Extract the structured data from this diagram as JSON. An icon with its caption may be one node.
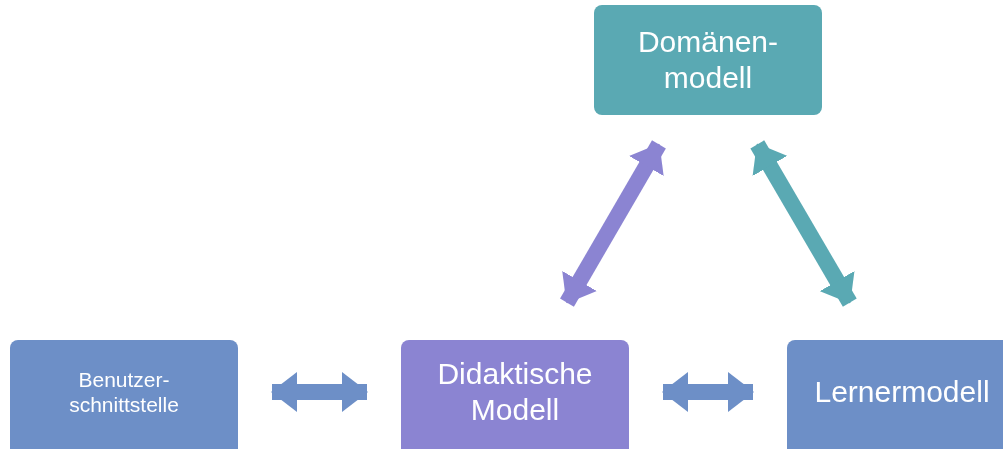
{
  "diagram": {
    "nodes": [
      {
        "text": [
          "Domänen- modell"
        ]
      },
      {
        "text": [
          "Benutzer- schnittstelle"
        ]
      },
      {
        "text": [
          "Didaktische Modell"
        ]
      },
      {
        "text": [
          "Lernermodell"
        ]
      }
    ],
    "edges": [
      {
        "from": 2,
        "to": 0,
        "arrow": "both",
        "color": "#8b84d2"
      },
      {
        "from": 0,
        "to": 3,
        "arrow": "both",
        "color": "#5aa9b3"
      },
      {
        "from": 1,
        "to": 2,
        "arrow": "both"
      },
      {
        "from": 2,
        "to": 3,
        "arrow": "both"
      }
    ]
  }
}
